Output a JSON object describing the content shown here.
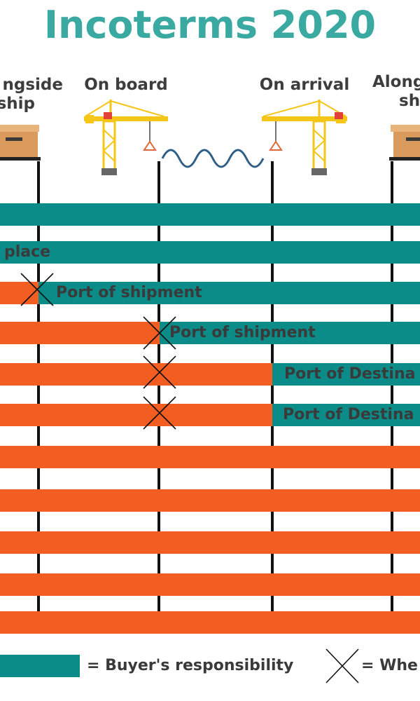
{
  "title": "Incoterms 2020",
  "headers": {
    "alongside_left_line1": "ngside",
    "alongside_left_line2": "ship",
    "on_board": "On board",
    "on_arrival": "On arrival",
    "alongside_right_line1": "Along",
    "alongside_right_line2": "sh"
  },
  "rows": [
    {
      "label": ""
    },
    {
      "label": "place"
    },
    {
      "label": "Port of shipment"
    },
    {
      "label": "Port of shipment"
    },
    {
      "label": "Port of Destina"
    },
    {
      "label": "Port of Destina"
    },
    {
      "label": ""
    },
    {
      "label": ""
    },
    {
      "label": ""
    },
    {
      "label": ""
    },
    {
      "label": ""
    }
  ],
  "legend": {
    "buyer": "= Buyer's responsibility",
    "cross": "= Whe"
  },
  "colors": {
    "title": "#3aa9a1",
    "buyer_teal": "#0b8c88",
    "seller_orange": "#f25e22",
    "crane_yellow": "#f5c518",
    "box_tan": "#d99a5b",
    "wave_blue": "#2f5f87"
  }
}
